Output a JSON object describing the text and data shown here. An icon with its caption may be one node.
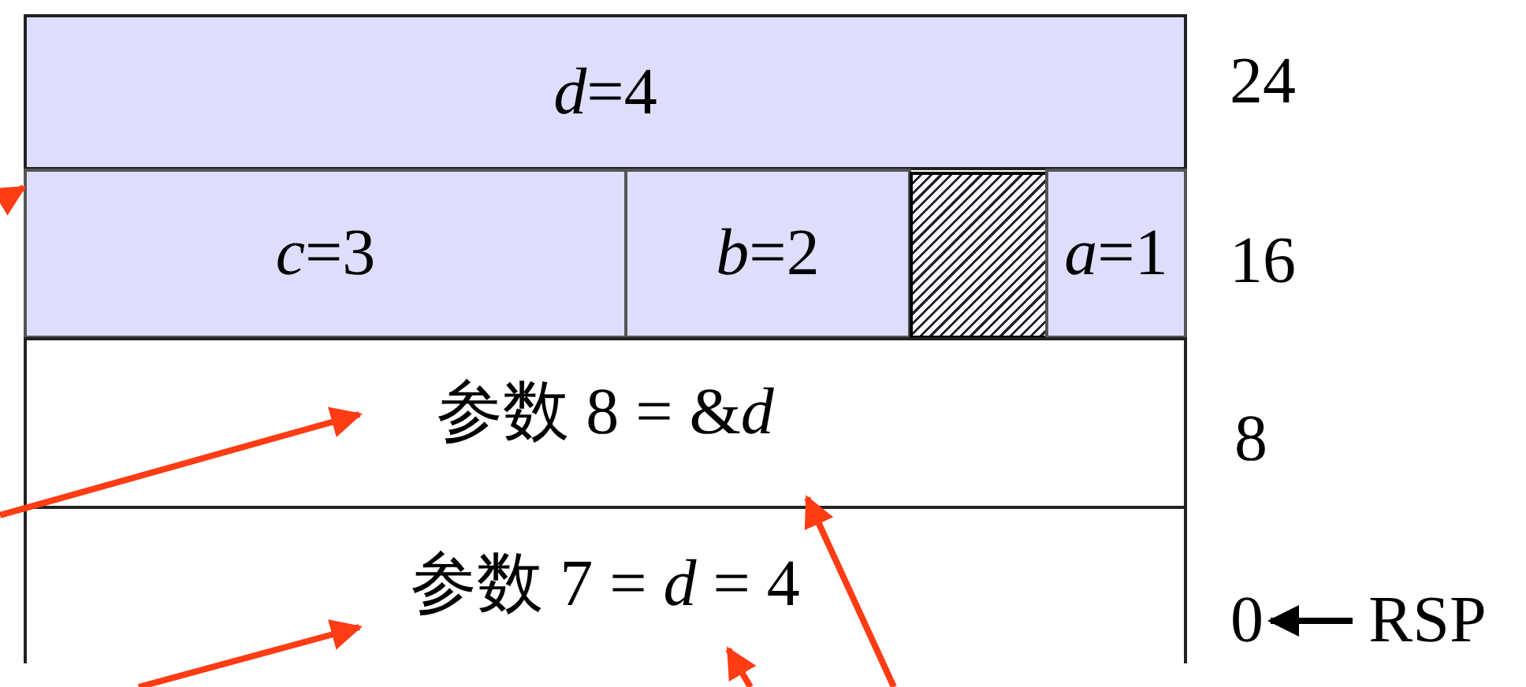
{
  "diagram": {
    "nodes": [
      {
        "text": [
          "*d*=4"
        ]
      },
      {
        "text": [
          "*c*=3"
        ]
      },
      {
        "text": [
          "*b*=2"
        ]
      },
      {
        "text": [],
        "shape": "box"
      },
      {
        "text": [
          "*a*=1"
        ]
      },
      {
        "text": [
          "参数 8 = &*d*"
        ]
      },
      {
        "text": [
          "参数 7 = *d* = 4"
        ]
      },
      {
        "text": [
          "0"
        ]
      },
      {
        "text": [
          "RSP"
        ]
      }
    ],
    "edges": [
      {
        "from": null,
        "to": 1,
        "arrow": "to"
      },
      {
        "from": null,
        "to": 5,
        "arrow": "to"
      },
      {
        "from": null,
        "to": 6,
        "arrow": "to"
      },
      {
        "from": null,
        "to": 6,
        "arrow": "to"
      },
      {
        "from": null,
        "to": 5,
        "arrow": "to"
      },
      {
        "from": 8,
        "to": 7,
        "arrow": "to",
        "color": "#000000"
      }
    ],
    "labels": [
      "24",
      "16",
      "8"
    ]
  }
}
